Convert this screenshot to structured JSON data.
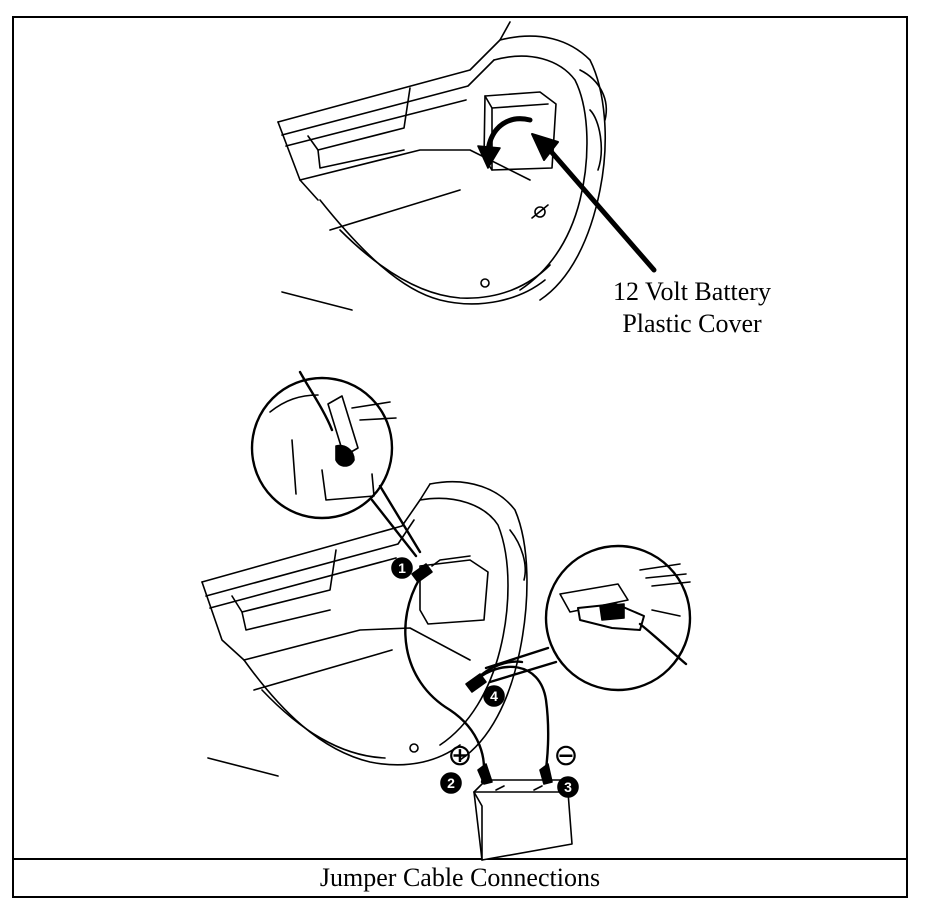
{
  "callout": {
    "line1": "12 Volt Battery",
    "line2": "Plastic Cover"
  },
  "markers": {
    "m1": "1",
    "m2": "2",
    "m3": "3",
    "m4": "4"
  },
  "polarity": {
    "positive": "⊕",
    "negative": "⊖"
  },
  "caption": "Jumper Cable Connections"
}
